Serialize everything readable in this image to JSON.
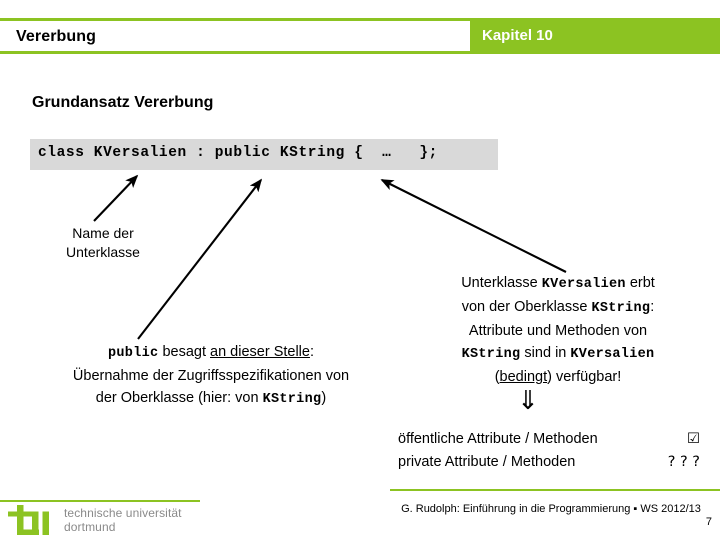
{
  "colors": {
    "brand_green": "#8CC322",
    "code_background": "#D9D9D9",
    "logo_gray": "#8a8a8a"
  },
  "header": {
    "title": "Vererbung",
    "chapter": "Kapitel 10"
  },
  "slide": {
    "heading": "Grundansatz Vererbung",
    "code": "class KVersalien : public KString {  …   };"
  },
  "annotations": {
    "name_label_line1": "Name der",
    "name_label_line2": "Unterklasse"
  },
  "left_block": {
    "line1_code": "public",
    "line1_mid": " besagt ",
    "line1_underlined": "an dieser Stelle",
    "line1_end": ":",
    "line2": "Übernahme der Zugriffsspezifikationen von",
    "line3_start": "der Oberklasse (hier: von ",
    "line3_code": "KString",
    "line3_end": ")"
  },
  "right_block": {
    "line1_start": "Unterklasse ",
    "line1_code": "KVersalien",
    "line1_end": " erbt",
    "line2_start": "von der Oberklasse ",
    "line2_code": "KString",
    "line2_end": ":",
    "line3": "Attribute und Methoden von",
    "line4_code1": "KString",
    "line4_mid": " sind in ",
    "line4_code2": "KVersalien",
    "line5_open": "(",
    "line5_underlined": "bedingt",
    "line5_end": ") verfügbar!"
  },
  "double_arrow_glyph": "⇓",
  "results": [
    {
      "label": "öffentliche Attribute / Methoden",
      "mark": "☑"
    },
    {
      "label": "private Attribute / Methoden",
      "mark": "? ? ?"
    }
  ],
  "footer": {
    "text": "G. Rudolph: Einführung in die Programmierung ▪ WS 2012/13",
    "page": "7"
  },
  "logo": {
    "mark_text": "tu",
    "line1": "technische universität",
    "line2": "dortmund"
  }
}
